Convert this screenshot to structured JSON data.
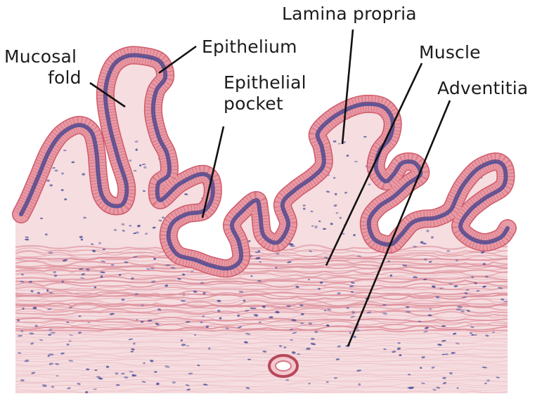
{
  "labels": {
    "mucosal_fold": {
      "line1": "Mucosal",
      "line2": "fold"
    },
    "epithelium": "Epithelium",
    "epithelial_pocket": {
      "line1": "Epithelial",
      "line2": "pocket"
    },
    "lamina_propria": "Lamina propria",
    "muscle": "Muscle",
    "adventitia": "Adventitia"
  },
  "colors": {
    "background": "#ffffff",
    "tissue": "#f5dde0",
    "epithelium_pink": "#e89aa5",
    "epithelium_edge": "#cf5a6a",
    "nucleus": "#4a4f99",
    "muscle_fiber": "#dd8c98",
    "vessel": "#b8485a",
    "leader_line": "#111111"
  },
  "icons": [
    "histology-section",
    "blood-vessel",
    "leader-line"
  ]
}
